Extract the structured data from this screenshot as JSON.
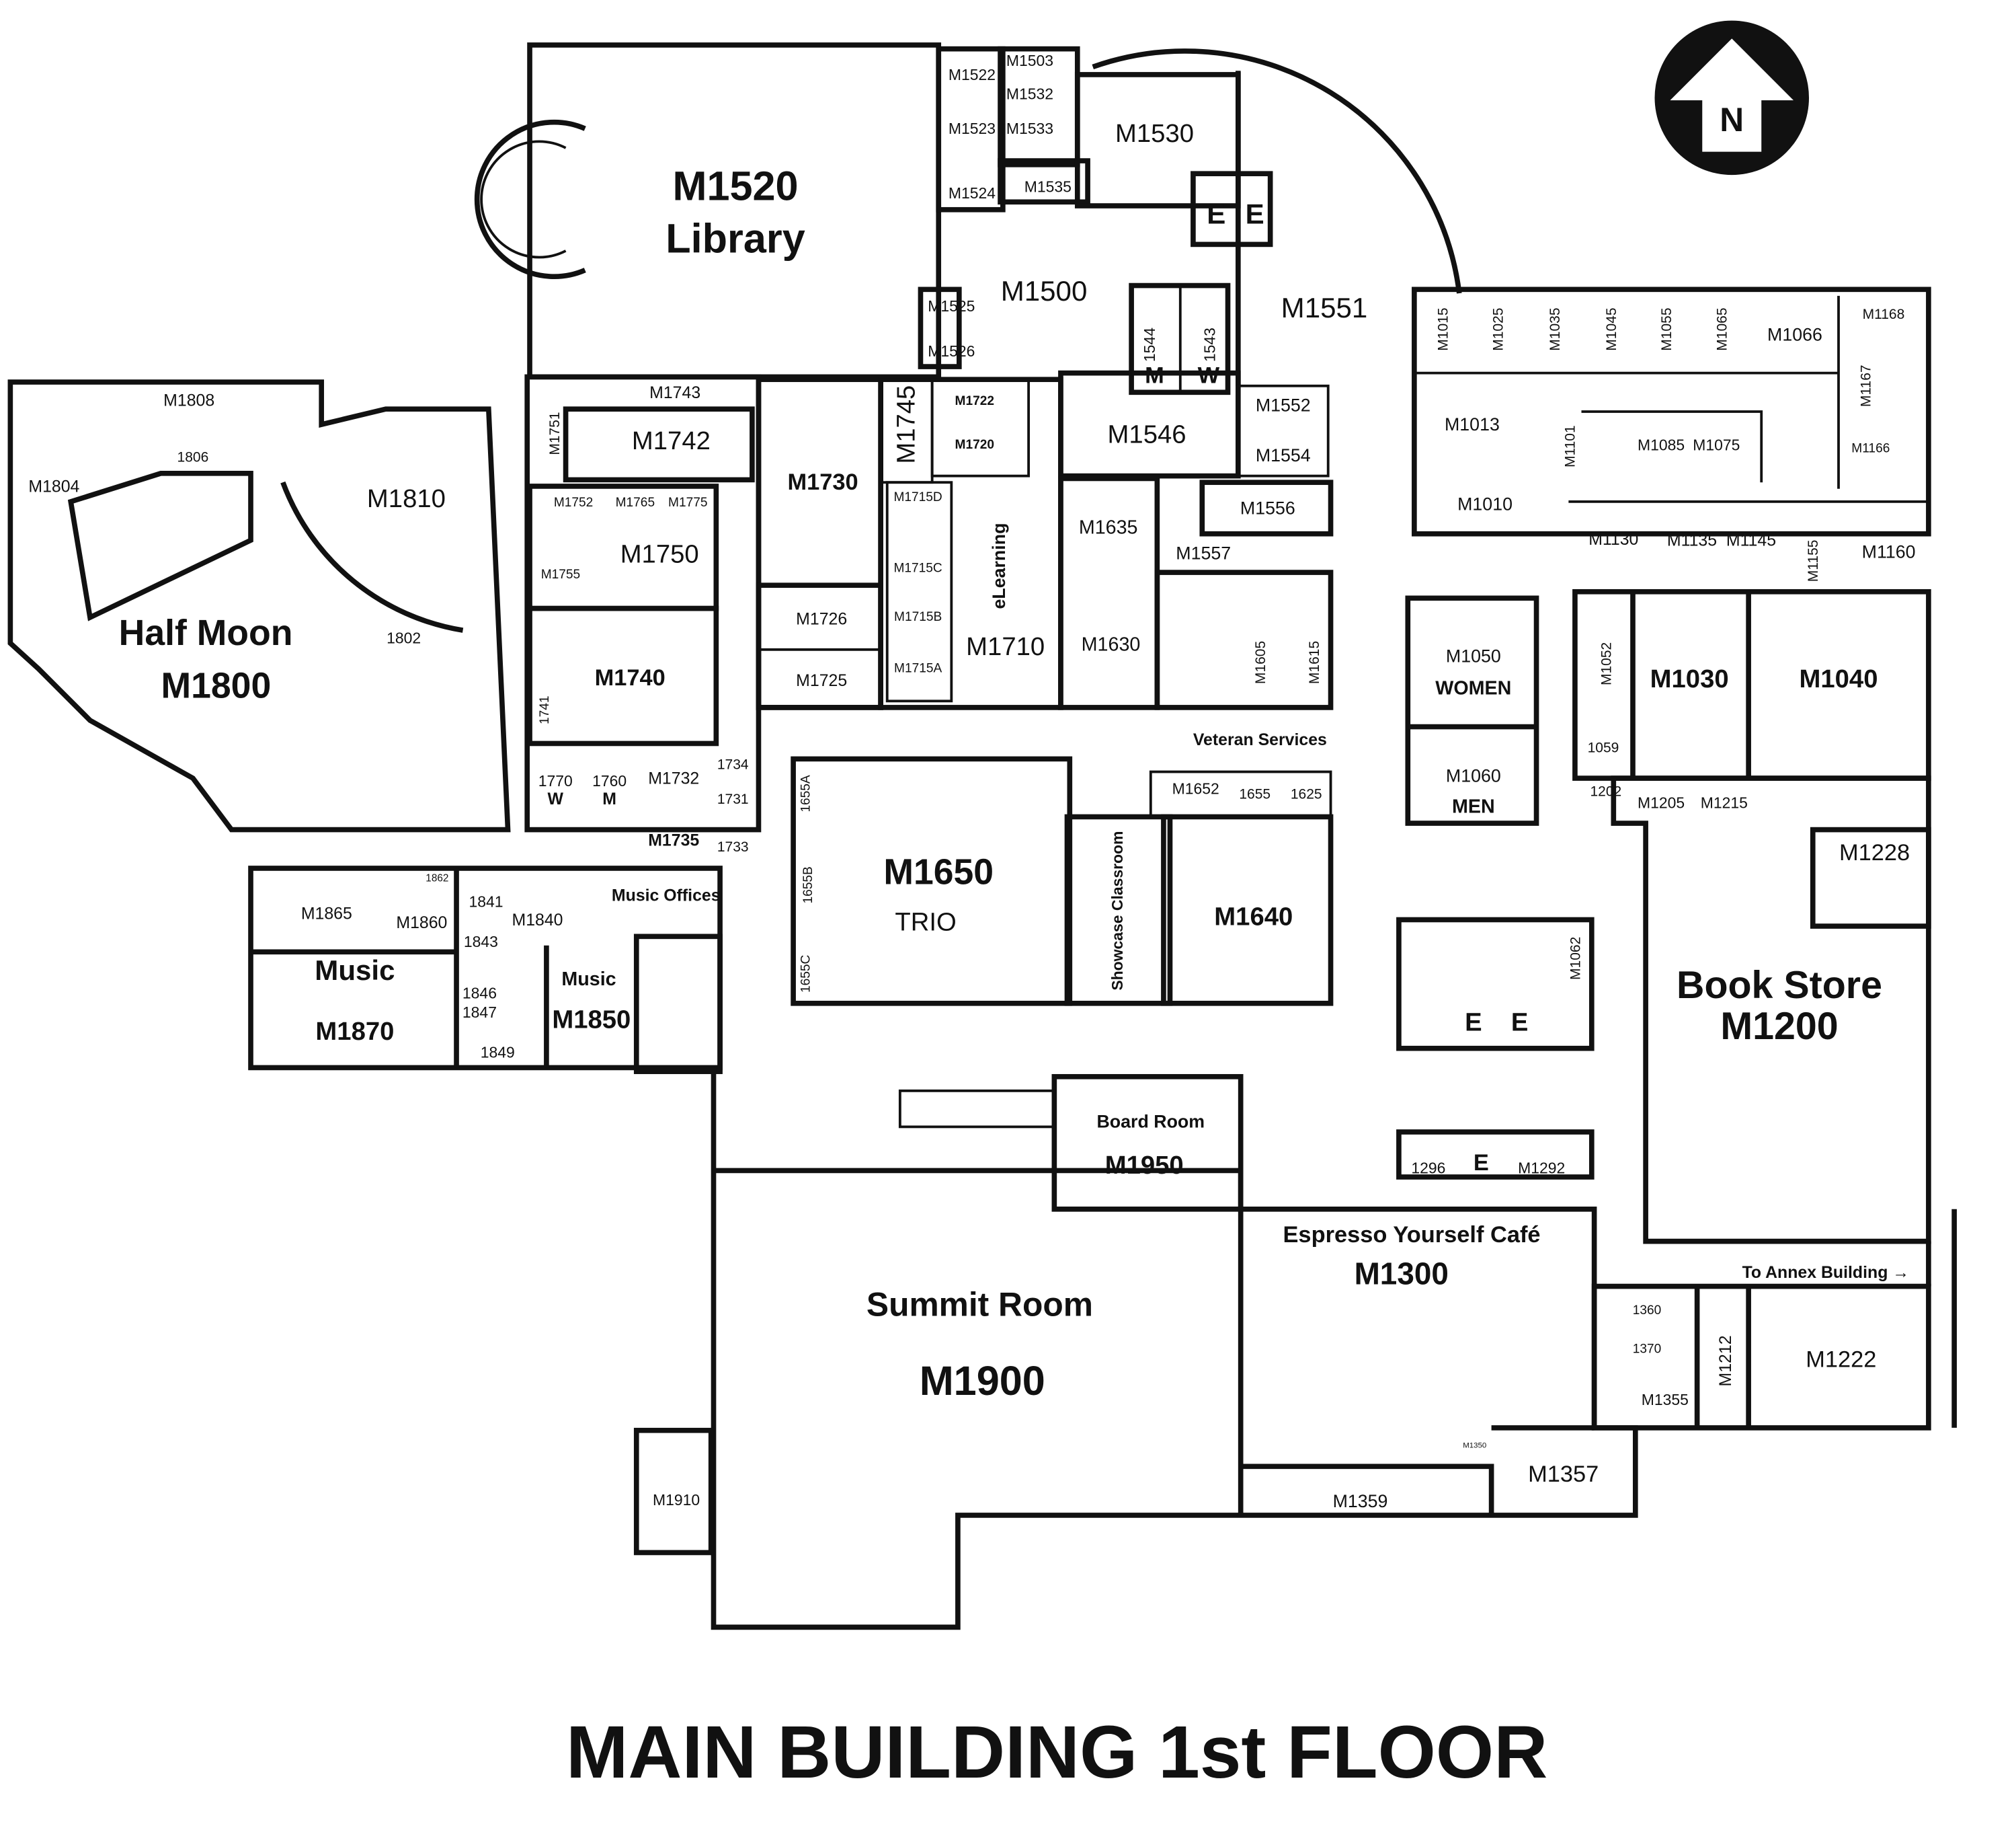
{
  "map": {
    "title": "MAIN BUILDING 1st FLOOR",
    "north_label": "N",
    "colors": {
      "walls": "#111111",
      "background": "#ffffff"
    },
    "labels": [
      "M1520",
      "Library",
      "Half Moon",
      "M1800",
      "M1650",
      "TRIO",
      "M1640",
      "Music",
      "M1870",
      "Music",
      "M1850",
      "Book Store",
      "M1200",
      "Summit Room",
      "M1900",
      "Espresso Yourself Café",
      "M1300",
      "Board Room",
      "M1950",
      "M1030",
      "M1040",
      "M1050",
      "WOMEN",
      "M1060",
      "MEN",
      "M1730",
      "M1740",
      "M1735",
      "Music Offices",
      "Veteran Services",
      "To Annex Building →",
      "M1503",
      "M1522",
      "M1532",
      "M1523",
      "M1533",
      "M1530",
      "M1524",
      "M1535",
      "M1500",
      "M1525",
      "M1526",
      "M1551",
      "M",
      "W",
      "E",
      "E",
      "M1743",
      "M1722",
      "M1720",
      "M1742",
      "M1546",
      "M1552",
      "M1554",
      "M1556",
      "M1808",
      "1806",
      "M1804",
      "M1810",
      "M1752",
      "M1765",
      "M1775",
      "M1750",
      "M1755",
      "M1715D",
      "M1715C",
      "M1715B",
      "M1715A",
      "M1726",
      "M1725",
      "M1710",
      "M1635",
      "M1630",
      "M1557",
      "1802",
      "1770",
      "W",
      "1760",
      "M",
      "M1732",
      "1734",
      "1731",
      "1733",
      "M1652",
      "1655",
      "1625",
      "M1865",
      "M1860",
      "1862",
      "1841",
      "M1840",
      "1843",
      "1846",
      "1847",
      "1849",
      "M1066",
      "M1168",
      "M1166",
      "M1013",
      "M1085",
      "M1075",
      "M1010",
      "M1130",
      "M1135",
      "M1145",
      "M1160",
      "1059",
      "1202",
      "M1205",
      "M1215",
      "M1228",
      "E",
      "E",
      "1296",
      "E",
      "M1292",
      "1360",
      "1370",
      "M1355",
      "M1222",
      "M1350",
      "M1357",
      "M1359",
      "M1910"
    ],
    "rotated_labels": [
      "eLearning",
      "Showcase Classroom",
      "1544",
      "1543",
      "M1751",
      "M1745",
      "M1605",
      "M1615",
      "1741",
      "1655A",
      "1655B",
      "1655C",
      "M1015",
      "M1025",
      "M1035",
      "M1045",
      "M1055",
      "M1065",
      "M1167",
      "M1101",
      "M1155",
      "M1052",
      "M1062",
      "M1212"
    ]
  }
}
